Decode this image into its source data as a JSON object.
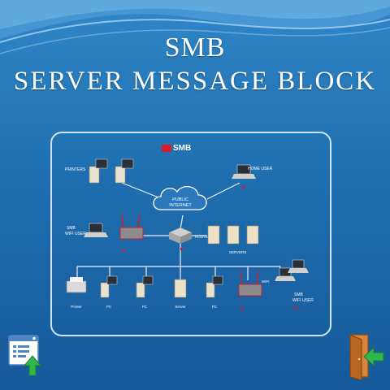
{
  "title": {
    "line1": "SMB",
    "line2": "SERVER MESSAGE BLOCK"
  },
  "diagram": {
    "logo_text": "SMB",
    "cloud_label_1": "PUBLIC",
    "cloud_label_2": "INTERNET",
    "labels": {
      "top_left_group": "PRINTERS",
      "top_right_group": "HOME USER",
      "left_laptop": "SMB",
      "left_laptop_sub": "WIFI USER",
      "router_label": "ROUTER",
      "servers_label": "SERVERS",
      "printer_label": "Printer",
      "ws1": "PC",
      "ws2": "PC",
      "server_label": "Server",
      "ws3": "PC",
      "wifi_label": "WIFI",
      "mobile_user": "SMB",
      "mobile_user_sub": "WIFI USER"
    }
  },
  "icons": {
    "bottom_left": "window-upload-icon",
    "bottom_right": "door-exit-icon"
  },
  "colors": {
    "background": "#1f6fb0",
    "accent_red": "#d41c2a",
    "arrow_green": "#2eb84a"
  }
}
